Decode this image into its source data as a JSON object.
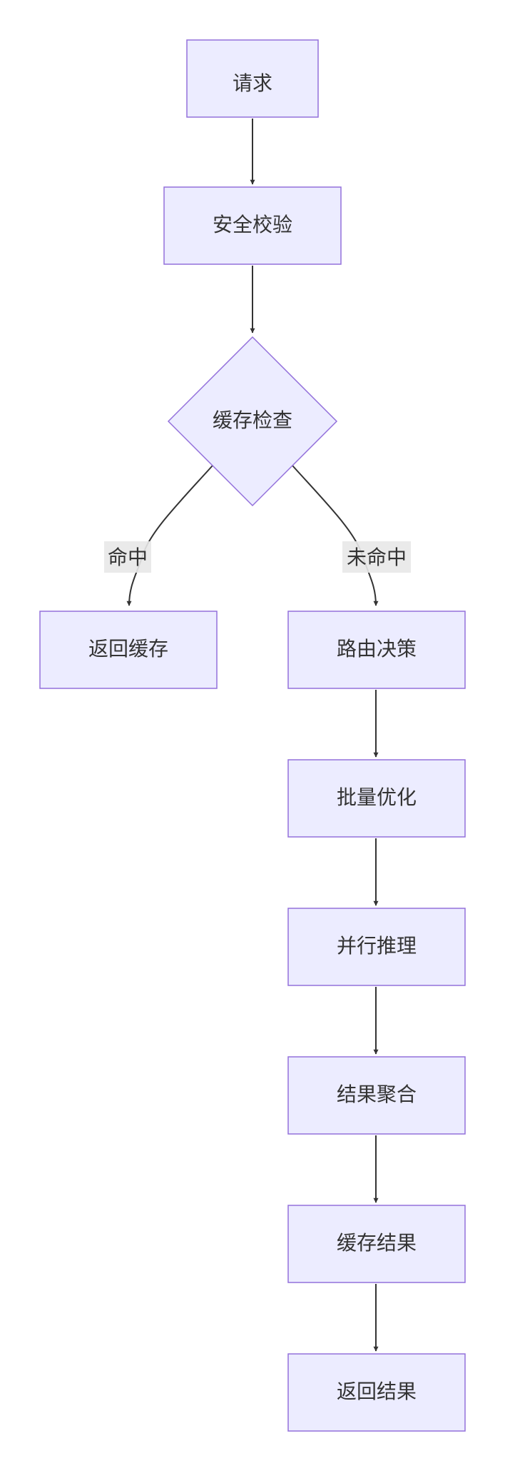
{
  "diagram": {
    "nodes": {
      "request": "请求",
      "security_check": "安全校验",
      "cache_check": "缓存检查",
      "return_cache": "返回缓存",
      "routing": "路由决策",
      "batch_opt": "批量优化",
      "parallel_infer": "并行推理",
      "aggregate": "结果聚合",
      "cache_result": "缓存结果",
      "return_result": "返回结果"
    },
    "edges": {
      "hit": "命中",
      "miss": "未命中"
    }
  },
  "colors": {
    "node_fill": "#ececff",
    "node_stroke": "#9370db",
    "edge": "#333333",
    "edge_label_bg": "#e8e8e8"
  }
}
